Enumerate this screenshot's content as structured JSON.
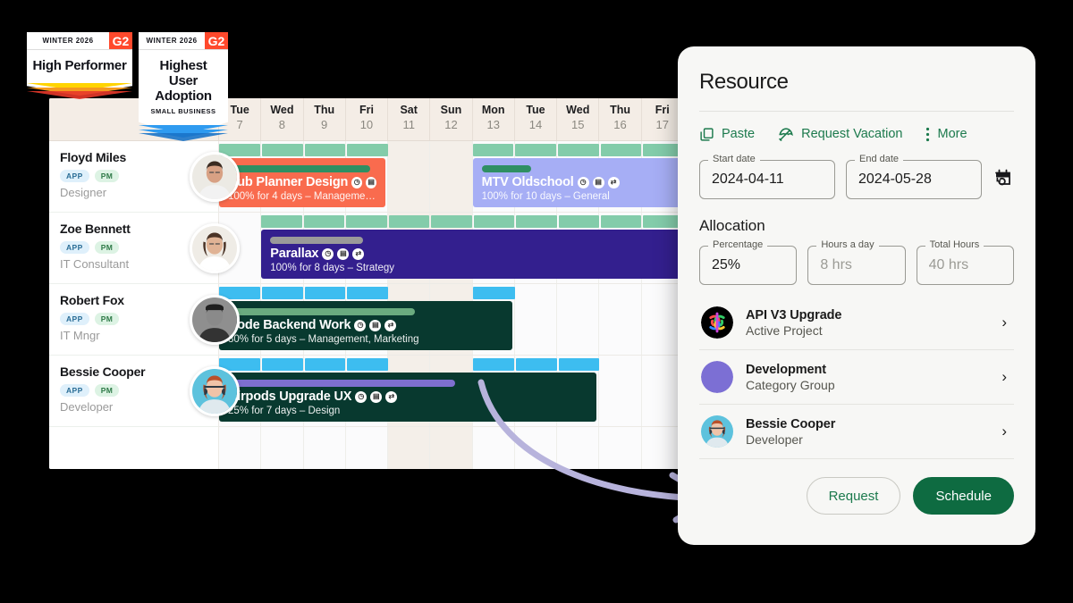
{
  "badges": [
    {
      "year": "WINTER 2026",
      "logo": "G2",
      "title": "High Performer",
      "subtitle": "",
      "chevron_colors": [
        "#e8392a",
        "#f59a1f",
        "#ffd400"
      ]
    },
    {
      "year": "WINTER 2026",
      "logo": "G2",
      "title": "Highest User Adoption",
      "subtitle": "SMALL BUSINESS",
      "chevron_colors": [
        "#1a73c8",
        "#2f9bf0",
        "#2f9bf0"
      ]
    }
  ],
  "scheduler": {
    "days": [
      {
        "name": "Tue",
        "num": "7",
        "weekend": false
      },
      {
        "name": "Wed",
        "num": "8",
        "weekend": false
      },
      {
        "name": "Thu",
        "num": "9",
        "weekend": false
      },
      {
        "name": "Fri",
        "num": "10",
        "weekend": false
      },
      {
        "name": "Sat",
        "num": "11",
        "weekend": true
      },
      {
        "name": "Sun",
        "num": "12",
        "weekend": true
      },
      {
        "name": "Mon",
        "num": "13",
        "weekend": false
      },
      {
        "name": "Tue",
        "num": "14",
        "weekend": false
      },
      {
        "name": "Wed",
        "num": "15",
        "weekend": false
      },
      {
        "name": "Thu",
        "num": "16",
        "weekend": false
      },
      {
        "name": "Fri",
        "num": "17",
        "weekend": false
      }
    ],
    "resources": [
      {
        "name": "Floyd Miles",
        "tags": [
          "APP",
          "PM"
        ],
        "role": "Designer"
      },
      {
        "name": "Zoe Bennett",
        "tags": [
          "APP",
          "PM"
        ],
        "role": "IT Consultant"
      },
      {
        "name": "Robert Fox",
        "tags": [
          "APP",
          "PM"
        ],
        "role": "IT Mngr"
      },
      {
        "name": "Bessie Cooper",
        "tags": [
          "APP",
          "PM"
        ],
        "role": "Developer"
      }
    ],
    "capacity_color_green": "#83ccaa",
    "capacity_color_blue": "#3dbdf0",
    "rows": [
      {
        "capacity": {
          "color": "#83ccaa",
          "start": 0,
          "span": 4
        },
        "capacity2": {
          "color": "#83ccaa",
          "start": 6,
          "span": 5
        },
        "bars": [
          {
            "title": "Hub Planner Design",
            "sub": "100% for 4 days – Manageme…",
            "color": "#f96b4e",
            "progress_color": "#2f8f63",
            "progress_pct": 96,
            "start": 0,
            "span": 4,
            "icons": [
              "clock-icon",
              "file-icon"
            ]
          },
          {
            "title": "MTV Oldschool",
            "sub": "100% for 10 days – General",
            "color": "#a6aef5",
            "progress_color": "#2f8f63",
            "progress_pct": 26,
            "start": 6,
            "span": 5,
            "icons": [
              "clock-icon",
              "file-icon",
              "link-icon"
            ]
          }
        ]
      },
      {
        "capacity": {
          "color": "#83ccaa",
          "start": 1,
          "span": 10
        },
        "bars": [
          {
            "title": "Parallax",
            "sub": "100% for 8 days – Strategy",
            "color": "#331f8e",
            "progress_color": "#9a9a9a",
            "progress_pct": 23,
            "start": 1,
            "span": 10,
            "icons": [
              "clock-icon",
              "file-icon",
              "link-icon"
            ]
          }
        ]
      },
      {
        "capacity": {
          "color": "#3dbdf0",
          "start": 0,
          "span": 4
        },
        "capacity2": {
          "color": "#3dbdf0",
          "start": 6,
          "span": 1
        },
        "bars": [
          {
            "title": "Node Backend Work",
            "sub": "80% for 5 days – Management, Marketing",
            "color": "#08392f",
            "progress_color": "#6aab7f",
            "progress_pct": 68,
            "start": 0,
            "span": 7,
            "icons": [
              "clock-icon",
              "file-icon",
              "link-icon"
            ]
          }
        ]
      },
      {
        "capacity": {
          "color": "#3dbdf0",
          "start": 0,
          "span": 4
        },
        "capacity2": {
          "color": "#3dbdf0",
          "start": 6,
          "span": 3
        },
        "bars": [
          {
            "title": "Airpods Upgrade UX",
            "sub": "25% for 7 days – Design",
            "color": "#08392f",
            "progress_color": "#7e6fcf",
            "progress_pct": 63,
            "start": 0,
            "span": 9,
            "icons": [
              "clock-icon",
              "file-icon",
              "link-icon"
            ]
          }
        ]
      }
    ]
  },
  "panel": {
    "title": "Resource",
    "actions": [
      {
        "label": "Paste",
        "icon": "copy-icon"
      },
      {
        "label": "Request Vacation",
        "icon": "umbrella-icon"
      },
      {
        "label": "More",
        "icon": "kebab-icon"
      }
    ],
    "dates": {
      "start_label": "Start date",
      "start_value": "2024-04-11",
      "end_label": "End date",
      "end_value": "2024-05-28",
      "reset_icon": "calendar-refresh-icon"
    },
    "allocation": {
      "section_title": "Allocation",
      "percentage_label": "Percentage",
      "percentage_value": "25%",
      "hours_day_label": "Hours a day",
      "hours_day_placeholder": "8 hrs",
      "total_hours_label": "Total Hours",
      "total_hours_placeholder": "40 hrs"
    },
    "list": [
      {
        "name": "API V3 Upgrade",
        "sub": "Active Project",
        "avatar": "knot-logo"
      },
      {
        "name": "Development",
        "sub": "Category Group",
        "avatar": "purple-circle"
      },
      {
        "name": "Bessie Cooper",
        "sub": "Developer",
        "avatar": "photo-bessie"
      }
    ],
    "footer": {
      "request_label": "Request",
      "schedule_label": "Schedule"
    },
    "accent_green": "#0e6b41"
  }
}
